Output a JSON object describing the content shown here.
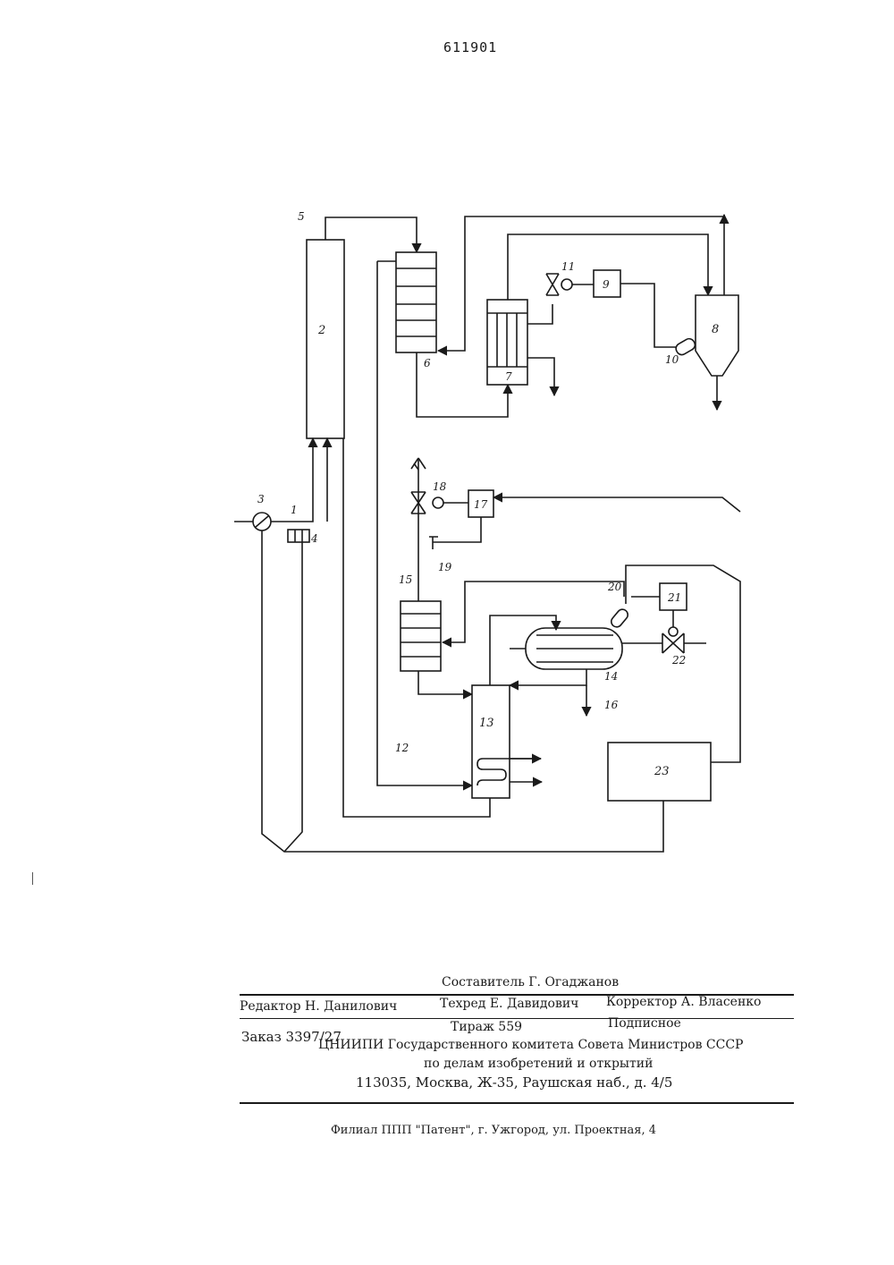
{
  "page_number": "611901",
  "diagram": {
    "labels": {
      "l1": "1",
      "l2": "2",
      "l3": "3",
      "l4": "4",
      "l5": "5",
      "l6": "6",
      "l7": "7",
      "l8": "8",
      "l9": "9",
      "l10": "10",
      "l11": "11",
      "l12": "12",
      "l13": "13",
      "l14": "14",
      "l15": "15",
      "l16": "16",
      "l17": "17",
      "l18": "18",
      "l19": "19",
      "l20": "20",
      "l21": "21",
      "l22": "22",
      "l23": "23"
    }
  },
  "imprint": {
    "compiler": "Составитель Г. Огаджанов",
    "editor": "Редактор   Н. Данилович",
    "techred": "Техред Е. Давидович",
    "corrector": "Корректор А. Власенко",
    "order": "Заказ 3397/27",
    "circulation": "Тираж 559",
    "subscription": "Подписное",
    "org_line1": "ЦНИИПИ Государственного комитета Совета Министров СССР",
    "org_line2": "по делам изобретений и открытий",
    "address": "113035, Москва, Ж-35, Раушская наб., д. 4/5",
    "branch": "Филиал ППП \"Патент\", г. Ужгород, ул. Проектная, 4"
  }
}
